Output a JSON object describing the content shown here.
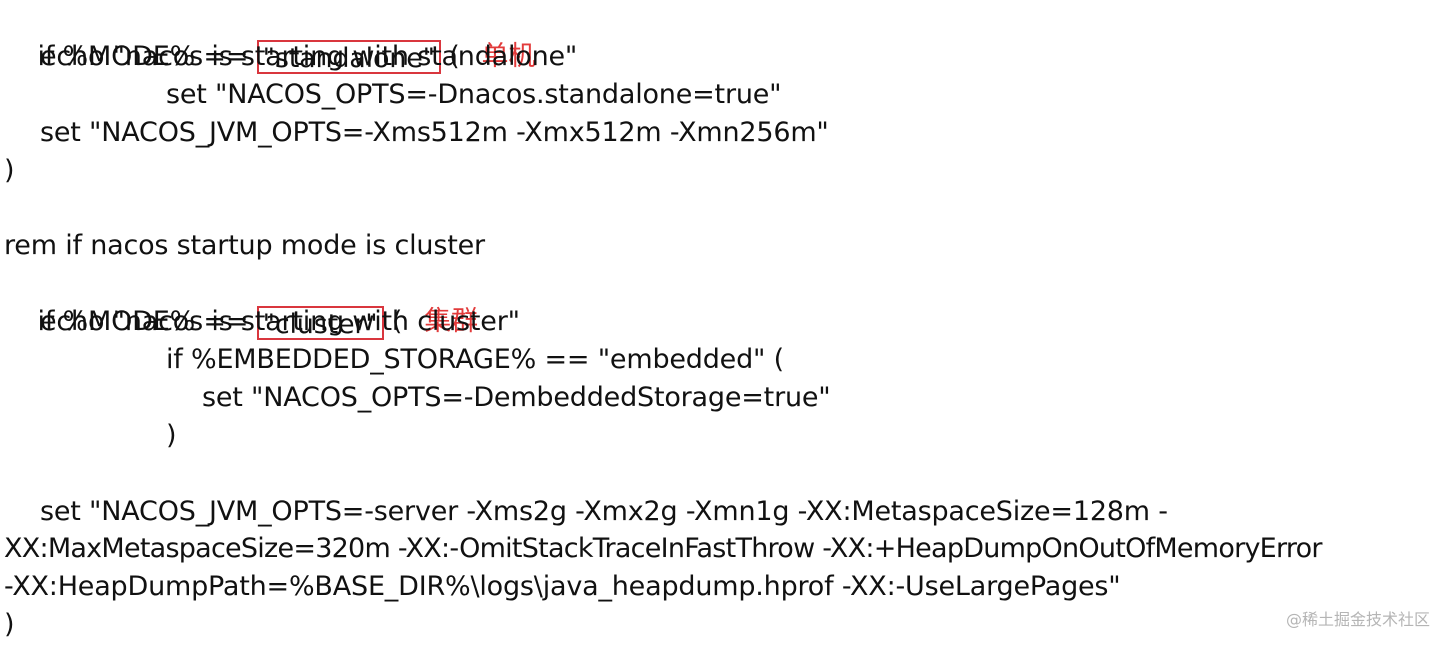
{
  "code": {
    "line1_prefix": "if %MODE% == ",
    "line1_boxed": "\"standalone\"",
    "line1_suffix": " (",
    "line1_note": "单机",
    "line2": "echo \"nacos is starting with standalone\"",
    "line3": "set \"NACOS_OPTS=-Dnacos.standalone=true\"",
    "line4": "set \"NACOS_JVM_OPTS=-Xms512m -Xmx512m -Xmn256m\"",
    "line5": ")",
    "line7": "rem if nacos startup mode is cluster",
    "line8_prefix": "if %MODE% == ",
    "line8_boxed": "\"cluster\"",
    "line8_suffix": " (",
    "line8_note": "集群",
    "line9": "echo \"nacos is starting with cluster\"",
    "line10": "if %EMBEDDED_STORAGE% == \"embedded\" (",
    "line11": "set \"NACOS_OPTS=-DembeddedStorage=true\"",
    "line12": ")",
    "line14": "set \"NACOS_JVM_OPTS=-server -Xms2g -Xmx2g -Xmn1g -XX:MetaspaceSize=128m -",
    "line15": "XX:MaxMetaspaceSize=320m -XX:-OmitStackTraceInFastThrow -XX:+HeapDumpOnOutOfMemoryError",
    "line16": "-XX:HeapDumpPath=%BASE_DIR%\\logs\\java_heapdump.hprof -XX:-UseLargePages\"",
    "line17": ")"
  },
  "watermark": "@稀土掘金技术社区"
}
